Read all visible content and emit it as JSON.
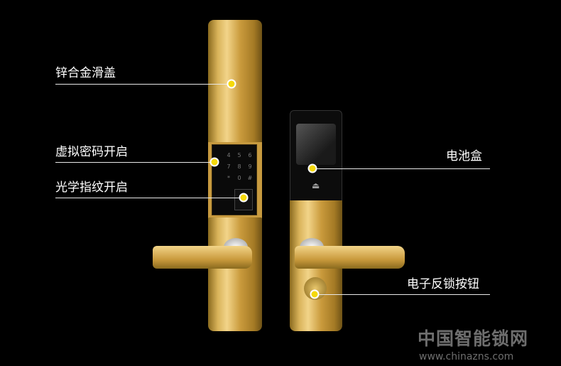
{
  "callouts": {
    "zinc_cover": "锌合金滑盖",
    "virtual_password": "虚拟密码开启",
    "optical_fingerprint": "光学指纹开启",
    "battery_box": "电池盒",
    "electronic_lock_button": "电子反锁按钮"
  },
  "keypad": [
    "4",
    "5",
    "6",
    "7",
    "8",
    "9",
    "*",
    "0",
    "#"
  ],
  "watermark": {
    "name": "中国智能锁网",
    "url": "www.chinazns.com"
  },
  "colors": {
    "background": "#000000",
    "gold": "#d9b35a",
    "dot": "#f5d90a"
  }
}
